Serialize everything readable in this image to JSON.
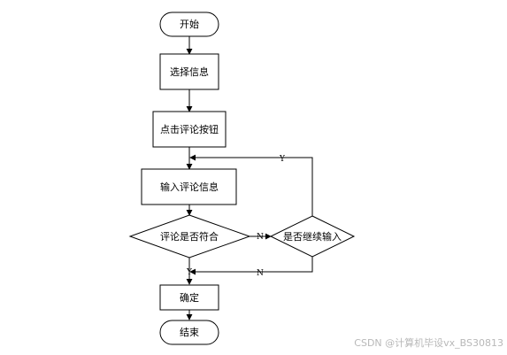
{
  "nodes": {
    "start": "开始",
    "select_info": "选择信息",
    "click_comment": "点击评论按钮",
    "input_comment": "输入评论信息",
    "check_valid": "评论是否符合",
    "continue_input": "是否继续输入",
    "confirm": "确定",
    "end": "结束"
  },
  "edge_labels": {
    "continue_yes": "Y",
    "valid_no": "N",
    "continue_no": "N",
    "valid_yes": "Y"
  },
  "watermark": "CSDN @计算机毕设vx_BS30813",
  "colors": {
    "stroke": "#000000",
    "fill": "#ffffff",
    "watermark": "#b8b8b8"
  }
}
